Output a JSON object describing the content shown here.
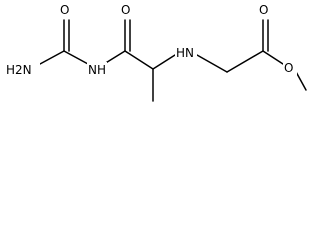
{
  "molecule": {
    "atoms": {
      "nh2": "H2N",
      "o_urea": "O",
      "nh_urea": "NH",
      "o_amide": "O",
      "nh_amine": "HN",
      "o_ester": "O",
      "o_ester_single": "O"
    }
  }
}
